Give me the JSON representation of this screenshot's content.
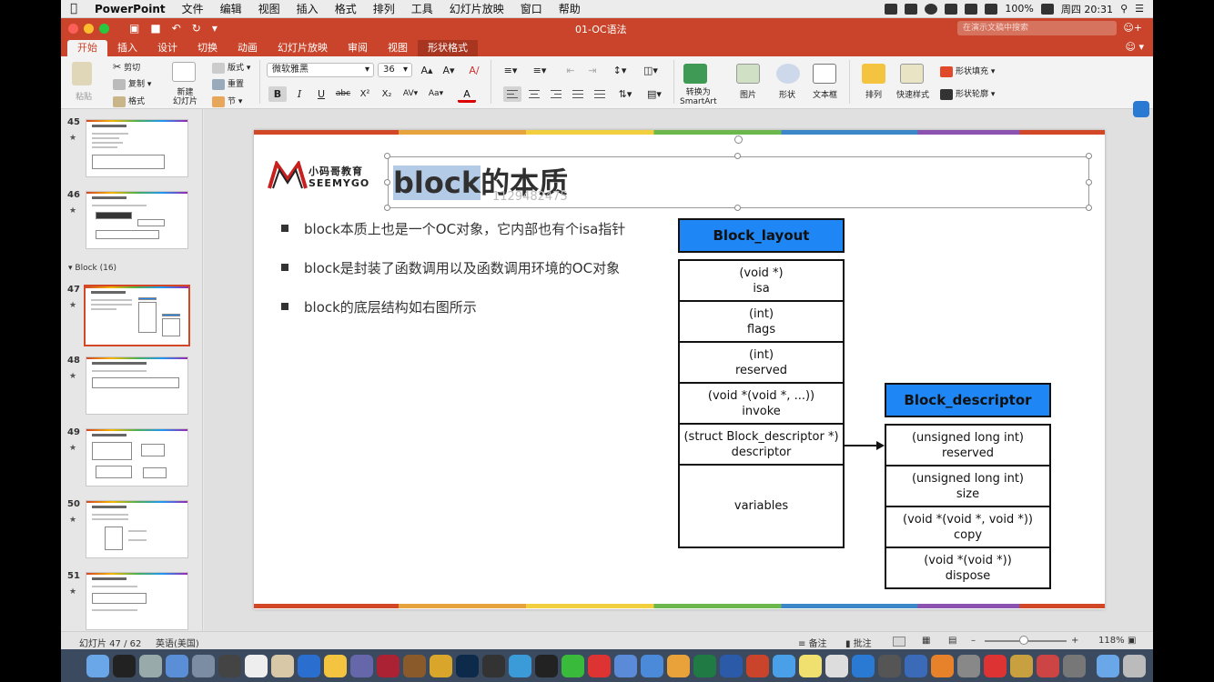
{
  "menubar": {
    "app": "PowerPoint",
    "items": [
      "文件",
      "编辑",
      "视图",
      "插入",
      "格式",
      "排列",
      "工具",
      "幻灯片放映",
      "窗口",
      "帮助"
    ],
    "battery": "100%",
    "clock": "周四 20:31"
  },
  "window": {
    "title": "01-OC语法",
    "search_placeholder": "在演示文稿中搜索"
  },
  "tabs": [
    "开始",
    "插入",
    "设计",
    "切换",
    "动画",
    "幻灯片放映",
    "审阅",
    "视图",
    "形状格式"
  ],
  "ribbon": {
    "paste": "粘贴",
    "cut": "剪切",
    "copy": "复制",
    "format": "格式",
    "new_slide": "新建\n幻灯片",
    "layout": "版式",
    "reset": "重置",
    "section": "节",
    "font_name": "微软雅黑",
    "font_size": "36",
    "bold": "B",
    "italic": "I",
    "underline": "U",
    "strike": "abc",
    "superscript": "X²",
    "subscript": "X₂",
    "convert_smartart": "转换为\nSmartArt",
    "picture": "图片",
    "shape": "形状",
    "textbox": "文本框",
    "arrange": "排列",
    "quick_styles": "快速样式",
    "shape_fill": "形状填充",
    "shape_outline": "形状轮廓",
    "font_color_letter": "A"
  },
  "thumbs": {
    "section_label": "Block (16)",
    "slides": [
      "45",
      "46",
      "47",
      "48",
      "49",
      "50",
      "51"
    ]
  },
  "slide": {
    "logo_cn": "小码哥教育",
    "logo_en": "SEEMYGO",
    "title_highlight": "block",
    "title_rest": "的本质",
    "watermark": "1129482475",
    "bullets": [
      "block本质上也是一个OC对象，它内部也有个isa指针",
      "block是封装了函数调用以及函数调用环境的OC对象",
      "block的底层结构如右图所示"
    ],
    "block_layout": {
      "header": "Block_layout",
      "cells": [
        [
          "(void *)",
          "isa"
        ],
        [
          "(int)",
          "flags"
        ],
        [
          "(int)",
          "reserved"
        ],
        [
          "(void *(void *, ...))",
          "invoke"
        ],
        [
          "(struct Block_descriptor *)",
          "descriptor"
        ],
        [
          "variables"
        ]
      ]
    },
    "block_descriptor": {
      "header": "Block_descriptor",
      "cells": [
        [
          "(unsigned long int)",
          "reserved"
        ],
        [
          "(unsigned long int)",
          "size"
        ],
        [
          "(void *(void *, void *))",
          "copy"
        ],
        [
          "(void *(void *))",
          "dispose"
        ]
      ]
    }
  },
  "status": {
    "slide_count": "幻灯片 47 / 62",
    "language": "英语(美国)",
    "notes": "备注",
    "comments": "批注",
    "zoom": "118%"
  },
  "colors": {
    "accent": "#c9442a",
    "diagram_header": "#1e86f5"
  }
}
